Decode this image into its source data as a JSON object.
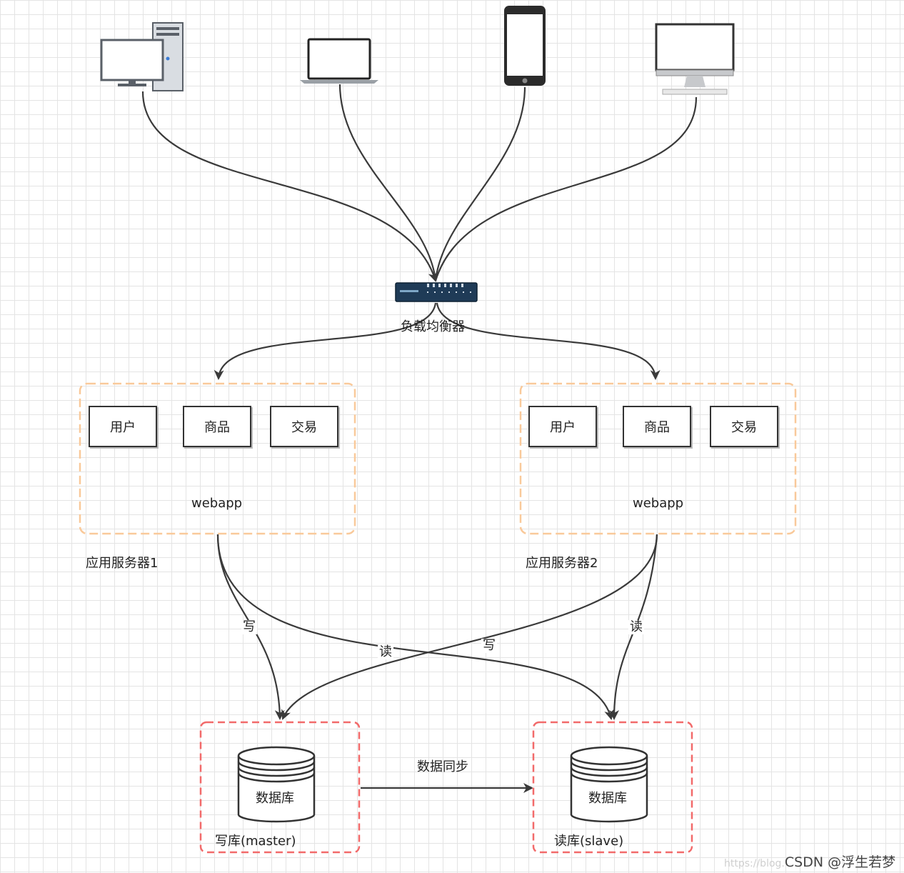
{
  "load_balancer": {
    "label": "负载均衡器"
  },
  "app_servers": [
    {
      "caption": "应用服务器1",
      "inner": "webapp",
      "modules": [
        "用户",
        "商品",
        "交易"
      ]
    },
    {
      "caption": "应用服务器2",
      "inner": "webapp",
      "modules": [
        "用户",
        "商品",
        "交易"
      ]
    }
  ],
  "databases": [
    {
      "icon_label": "数据库",
      "caption": "写库(master)"
    },
    {
      "icon_label": "数据库",
      "caption": "读库(slave)"
    }
  ],
  "edges": {
    "write_left": "写",
    "read_cross": "读",
    "write_cross": "写",
    "read_right": "读",
    "sync": "数据同步"
  },
  "clients": [
    "desktop-tower-icon",
    "laptop-icon",
    "smartphone-icon",
    "imac-icon"
  ],
  "colors": {
    "app_border": "#f9c99a",
    "db_border": "#f26a6a",
    "line": "#3a3a3a"
  },
  "watermark": {
    "faint": "https://blog.",
    "text": "CSDN @浮生若梦"
  }
}
